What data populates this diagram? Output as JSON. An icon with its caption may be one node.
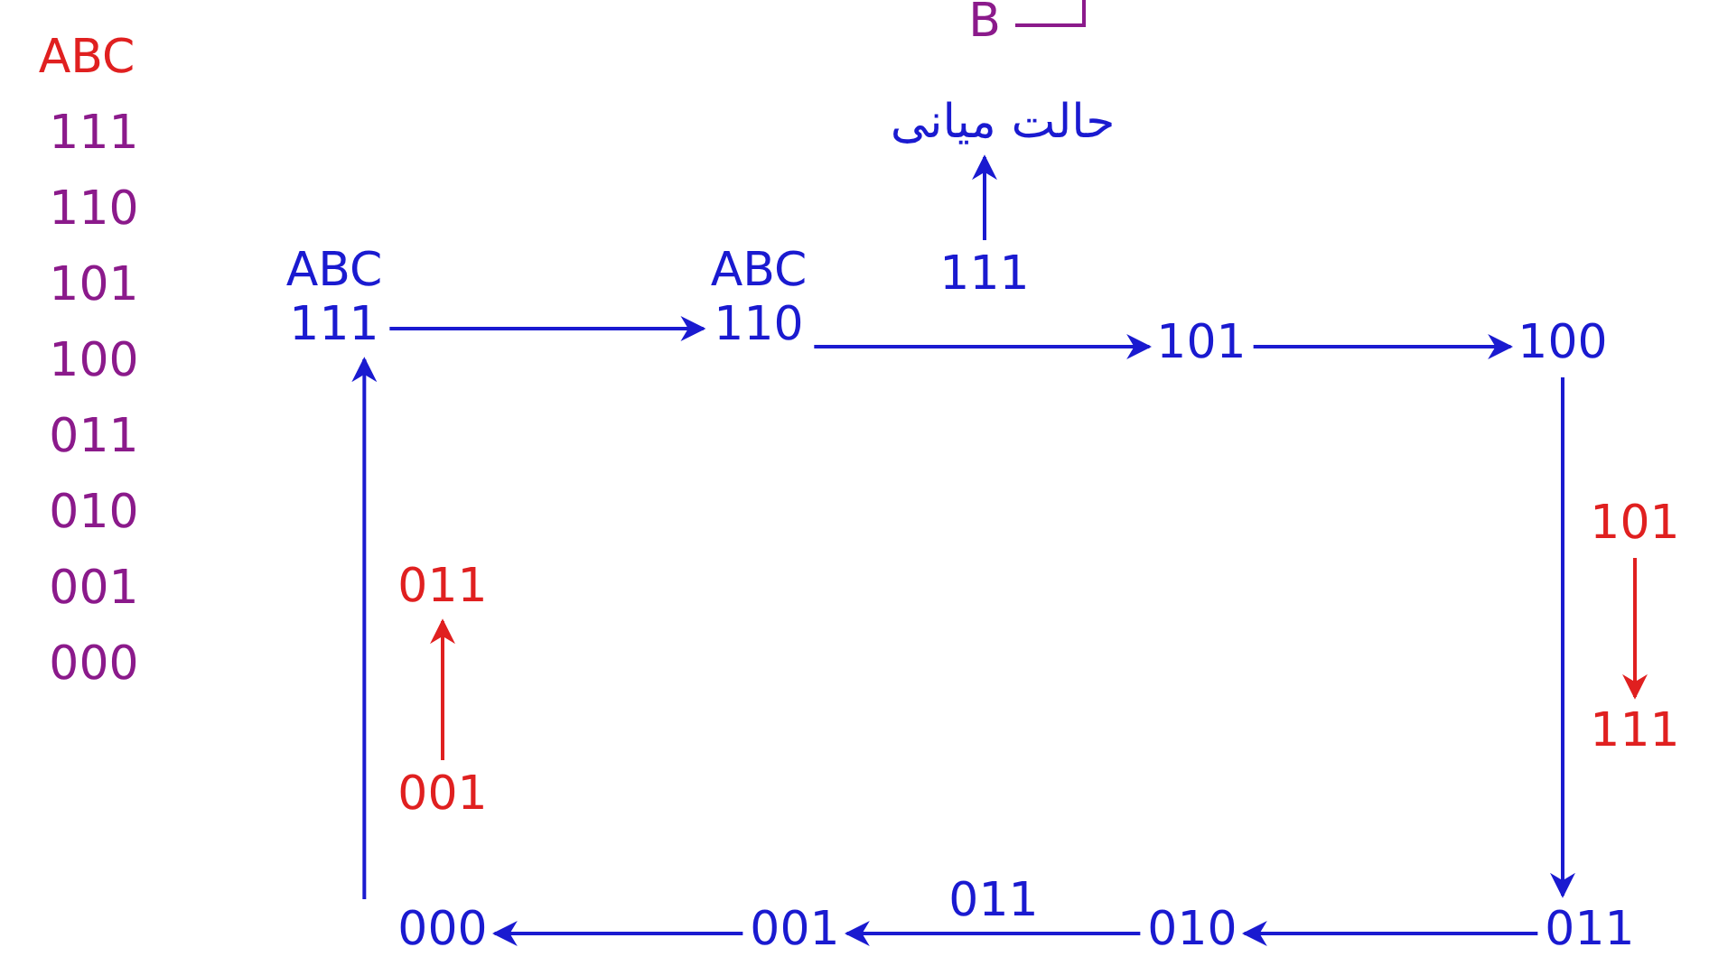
{
  "diagram": {
    "nodes": [
      {
        "text": [
          "ABC",
          "111"
        ]
      },
      {
        "text": [
          "ABC",
          "110"
        ]
      },
      {
        "text": [
          "111"
        ]
      },
      {
        "text": [
          "حالت میانی"
        ]
      },
      {
        "text": [
          "101"
        ]
      },
      {
        "text": [
          "100"
        ]
      },
      {
        "text": [
          "101"
        ]
      },
      {
        "text": [
          "111"
        ]
      },
      {
        "text": [
          "011"
        ]
      },
      {
        "text": [
          "010"
        ]
      },
      {
        "text": [
          "001"
        ]
      },
      {
        "text": [
          "000"
        ]
      },
      {
        "text": [
          "011"
        ]
      },
      {
        "text": [
          "001"
        ]
      }
    ],
    "edges": [
      {
        "from": 0,
        "to": 1,
        "arrow": "to"
      },
      {
        "from": 1,
        "to": 4,
        "arrow": "to"
      },
      {
        "from": 2,
        "to": 3,
        "arrow": "to"
      },
      {
        "from": 4,
        "to": 5,
        "arrow": "to"
      },
      {
        "from": 5,
        "to": 8,
        "arrow": "to"
      },
      {
        "from": 6,
        "to": 7,
        "arrow": "to",
        "color": "#e02020"
      },
      {
        "from": 8,
        "to": 9,
        "arrow": "to"
      },
      {
        "from": 9,
        "to": 10,
        "arrow": "to",
        "label": "011"
      },
      {
        "from": 10,
        "to": 11,
        "arrow": "to"
      },
      {
        "from": 11,
        "to": 0,
        "arrow": "to"
      },
      {
        "from": 13,
        "to": 12,
        "arrow": "to",
        "color": "#e02020"
      }
    ],
    "labels": [
      "ABC",
      "111",
      "110",
      "101",
      "100",
      "011",
      "010",
      "001",
      "000",
      "B"
    ]
  }
}
